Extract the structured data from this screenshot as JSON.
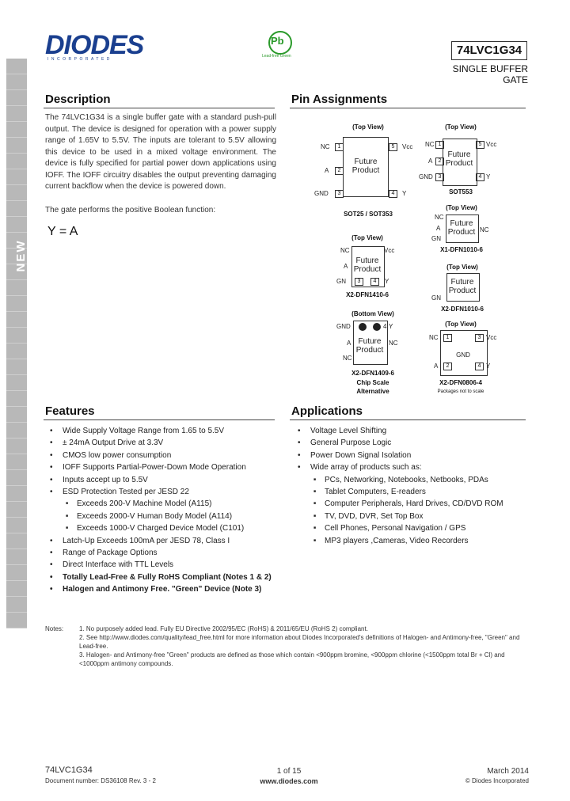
{
  "header": {
    "brand": "DIODES",
    "brand_sub": "INCORPORATED",
    "leadfree_symbol": "Pb",
    "leadfree_label": "Lead-free Green",
    "part_number": "74LVC1G34",
    "subtitle": "SINGLE BUFFER GATE"
  },
  "sideband": {
    "text": "NEW PRODUCT"
  },
  "description": {
    "heading": "Description",
    "p1": "The 74LVC1G34 is a single buffer gate with a standard push-pull output. The device is designed for operation with a power supply range of 1.65V to 5.5V. The inputs are tolerant to 5.5V allowing this device to be used in a mixed voltage environment. The device is fully specified for partial power down applications using IOFF. The IOFF circuitry disables the output preventing damaging current backflow when the device is powered down.",
    "p2": "The gate performs the positive Boolean function:",
    "formula": "Y = A"
  },
  "pins": {
    "heading": "Pin Assignments",
    "top_view": "(Top View)",
    "bottom_view": "(Bottom View)",
    "future": "Future",
    "product": "Product",
    "sot25": "SOT25 / SOT353",
    "sot553": "SOT553",
    "x1dfn1010": "X1-DFN1010-6",
    "x2dfn1410": "X2-DFN1410-6",
    "x2dfn1010": "X2-DFN1010-6",
    "x2dfn1409": "X2-DFN1409-6",
    "chip_scale": "Chip Scale",
    "alternative": "Alternative",
    "x2dfn0806": "X2-DFN0806-4",
    "pkg_note": "Packages not to scale",
    "labels": {
      "nc": "NC",
      "vcc": "Vcc",
      "a": "A",
      "gnd": "GND",
      "y": "Y",
      "gnd_short": "GN"
    },
    "nums": {
      "n1": "1",
      "n2": "2",
      "n3": "3",
      "n4": "4",
      "n5": "5"
    }
  },
  "features": {
    "heading": "Features",
    "items": [
      {
        "text": "Wide Supply Voltage Range from 1.65 to 5.5V",
        "kind": ""
      },
      {
        "text": "± 24mA Output Drive at 3.3V",
        "kind": ""
      },
      {
        "text": "CMOS low power consumption",
        "kind": ""
      },
      {
        "text": "IOFF Supports Partial-Power-Down Mode Operation",
        "kind": ""
      },
      {
        "text": "Inputs accept up to 5.5V",
        "kind": ""
      },
      {
        "text": "ESD Protection Tested per JESD 22",
        "kind": ""
      },
      {
        "text": "Exceeds 200-V Machine Model (A115)",
        "kind": "sub"
      },
      {
        "text": "Exceeds 2000-V Human Body Model (A114)",
        "kind": "sub"
      },
      {
        "text": "Exceeds 1000-V Charged Device Model (C101)",
        "kind": "sub"
      },
      {
        "text": "Latch-Up Exceeds 100mA per JESD 78, Class I",
        "kind": ""
      },
      {
        "text": "Range of Package Options",
        "kind": ""
      },
      {
        "text": "Direct Interface with TTL Levels",
        "kind": ""
      },
      {
        "text": "Totally Lead-Free & Fully RoHS Compliant (Notes 1 & 2)",
        "kind": "bold"
      },
      {
        "text": "Halogen and Antimony Free. \"Green\" Device (Note 3)",
        "kind": "bold"
      }
    ]
  },
  "applications": {
    "heading": "Applications",
    "items": [
      {
        "text": "Voltage Level Shifting",
        "kind": ""
      },
      {
        "text": "General Purpose Logic",
        "kind": ""
      },
      {
        "text": "Power Down Signal Isolation",
        "kind": ""
      },
      {
        "text": "Wide array of products such as:",
        "kind": ""
      },
      {
        "text": "PCs, Networking, Notebooks, Netbooks, PDAs",
        "kind": "sub"
      },
      {
        "text": "Tablet Computers, E-readers",
        "kind": "sub"
      },
      {
        "text": "Computer Peripherals, Hard Drives, CD/DVD ROM",
        "kind": "sub"
      },
      {
        "text": "TV, DVD, DVR, Set Top Box",
        "kind": "sub"
      },
      {
        "text": "Cell Phones, Personal Navigation / GPS",
        "kind": "sub"
      },
      {
        "text": "MP3 players ,Cameras, Video Recorders",
        "kind": "sub"
      }
    ]
  },
  "notes": {
    "label": "Notes:",
    "n1": "1. No purposely added lead. Fully EU Directive 2002/95/EC (RoHS) & 2011/65/EU (RoHS 2) compliant.",
    "n2": "2. See http://www.diodes.com/quality/lead_free.html for more information about Diodes Incorporated's definitions of Halogen- and Antimony-free, \"Green\" and Lead-free.",
    "n3": "3. Halogen- and Antimony-free \"Green\" products are defined as those which contain <900ppm bromine, <900ppm chlorine (<1500ppm total Br + Cl) and <1000ppm antimony compounds."
  },
  "footer": {
    "part": "74LVC1G34",
    "docnum": "Document number: DS36108  Rev. 3 - 2",
    "page": "1 of 15",
    "url": "www.diodes.com",
    "date": "March 2014",
    "copyright": "© Diodes Incorporated"
  }
}
